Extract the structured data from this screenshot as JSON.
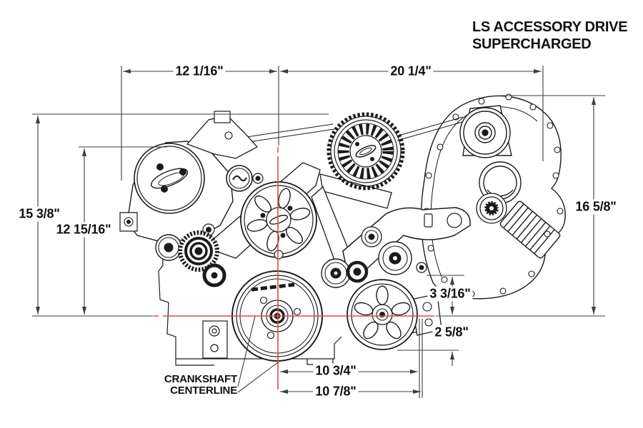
{
  "title": {
    "line1": "LS ACCESSORY DRIVE",
    "line2": "SUPERCHARGED"
  },
  "dimensions": {
    "top_left": "12 1/16\"",
    "top_right": "20 1/4\"",
    "left_outer": "15 3/8\"",
    "left_inner": "12 15/16\"",
    "right_side": "16 5/8\"",
    "mid_above_centerline": "3 3/16\"",
    "mid_below_centerline": "2 5/8\"",
    "bottom_inner": "10 3/4\"",
    "bottom_outer": "10 7/8\""
  },
  "callouts": {
    "crankshaft_line1": "CRANKSHAFT",
    "crankshaft_line2": "CENTERLINE"
  },
  "colors": {
    "centerline_red": "#de4a4d",
    "drawing_line": "#1b1b1b",
    "dimension_line": "#3d3d3d",
    "background": "#ffffff"
  }
}
